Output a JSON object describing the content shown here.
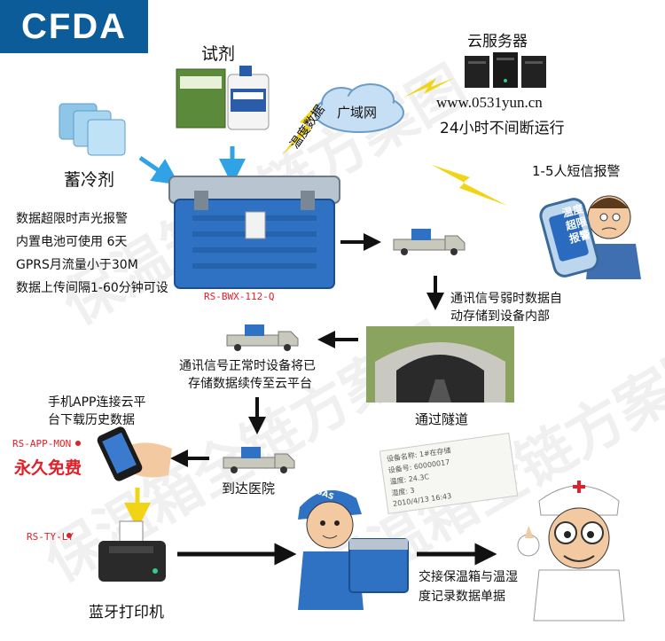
{
  "logo": {
    "text": "CFDA",
    "bg_color": "#0c5c9a"
  },
  "reagent": {
    "label": "试剂"
  },
  "coolant": {
    "label": "蓄冷剂"
  },
  "wan": {
    "label": "广域网"
  },
  "cloud_server": {
    "label": "云服务器",
    "url": "www.0531yun.cn",
    "uptime": "24小时不间断运行"
  },
  "temp_data": {
    "label": "温度数据"
  },
  "sms_alarm": {
    "label": "1-5人短信报警",
    "screen_text": "温度超限报警"
  },
  "box": {
    "features": [
      "数据超限时声光报警",
      "内置电池可使用 6天",
      "GPRS月流量小于30M",
      "数据上传间隔1-60分钟可设"
    ],
    "model": "RS-BWX-112-Q"
  },
  "weak_signal": {
    "lines": [
      "通讯信号弱时数据自",
      "动存储到设备内部"
    ]
  },
  "tunnel": {
    "label": "通过隧道"
  },
  "normal_signal": {
    "lines": [
      "通讯信号正常时设备将已",
      "存储数据续传至云平台"
    ]
  },
  "app": {
    "lines": [
      "手机APP连接云平",
      "台下载历史数据"
    ],
    "model": "RS-APP-MON",
    "free_label": "永久免费"
  },
  "hospital": {
    "label": "到达医院"
  },
  "printer": {
    "model": "RS-TY-LY",
    "label": "蓝牙打印机"
  },
  "handover": {
    "lines": [
      "交接保温箱与温湿",
      "度记录数据单据"
    ]
  },
  "receipt": {
    "lines": [
      "设备名称: 1#在存储",
      "设备号: 60000017",
      "温度: 24.3C",
      "湿度: 3",
      "2010/4/13 16:43"
    ]
  },
  "worker_cap": {
    "text": "ASAS"
  },
  "watermark": {
    "text": "保温箱全链方案图"
  },
  "colors": {
    "arrow_blue": "#2fa3e6",
    "bolt_yellow": "#f2d417",
    "box_blue": "#2f72c4",
    "model_red": "#e0202a"
  }
}
